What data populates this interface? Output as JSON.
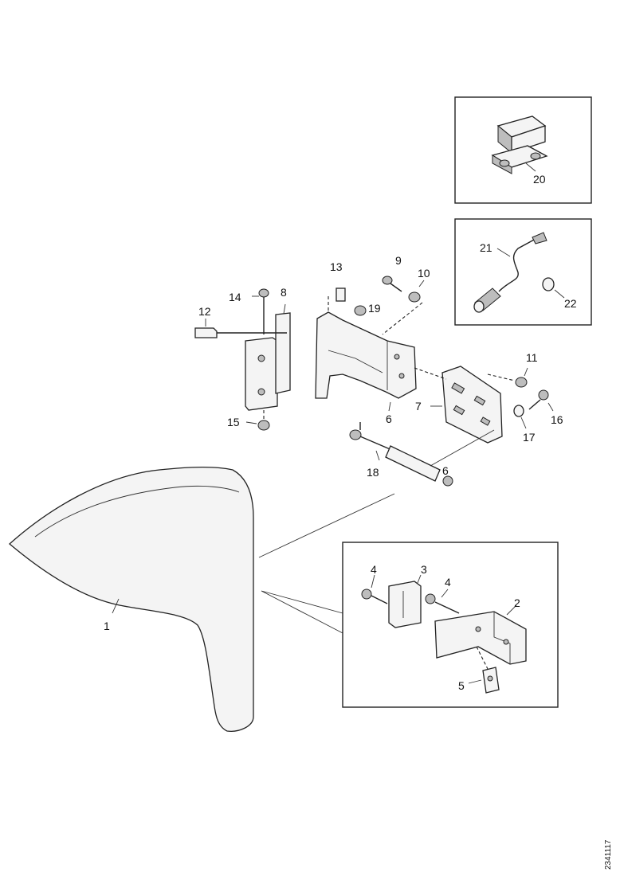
{
  "labels": {
    "l1": "1",
    "l2": "2",
    "l3": "3",
    "l4a": "4",
    "l4b": "4",
    "l5": "5",
    "l6a": "6",
    "l6b": "6",
    "l7": "7",
    "l8": "8",
    "l9": "9",
    "l10": "10",
    "l11": "11",
    "l12": "12",
    "l13": "13",
    "l14": "14",
    "l15": "15",
    "l16": "16",
    "l17": "17",
    "l18": "18",
    "l19": "19",
    "l20": "20",
    "l21": "21",
    "l22": "22"
  },
  "drawing_code": "2341117"
}
